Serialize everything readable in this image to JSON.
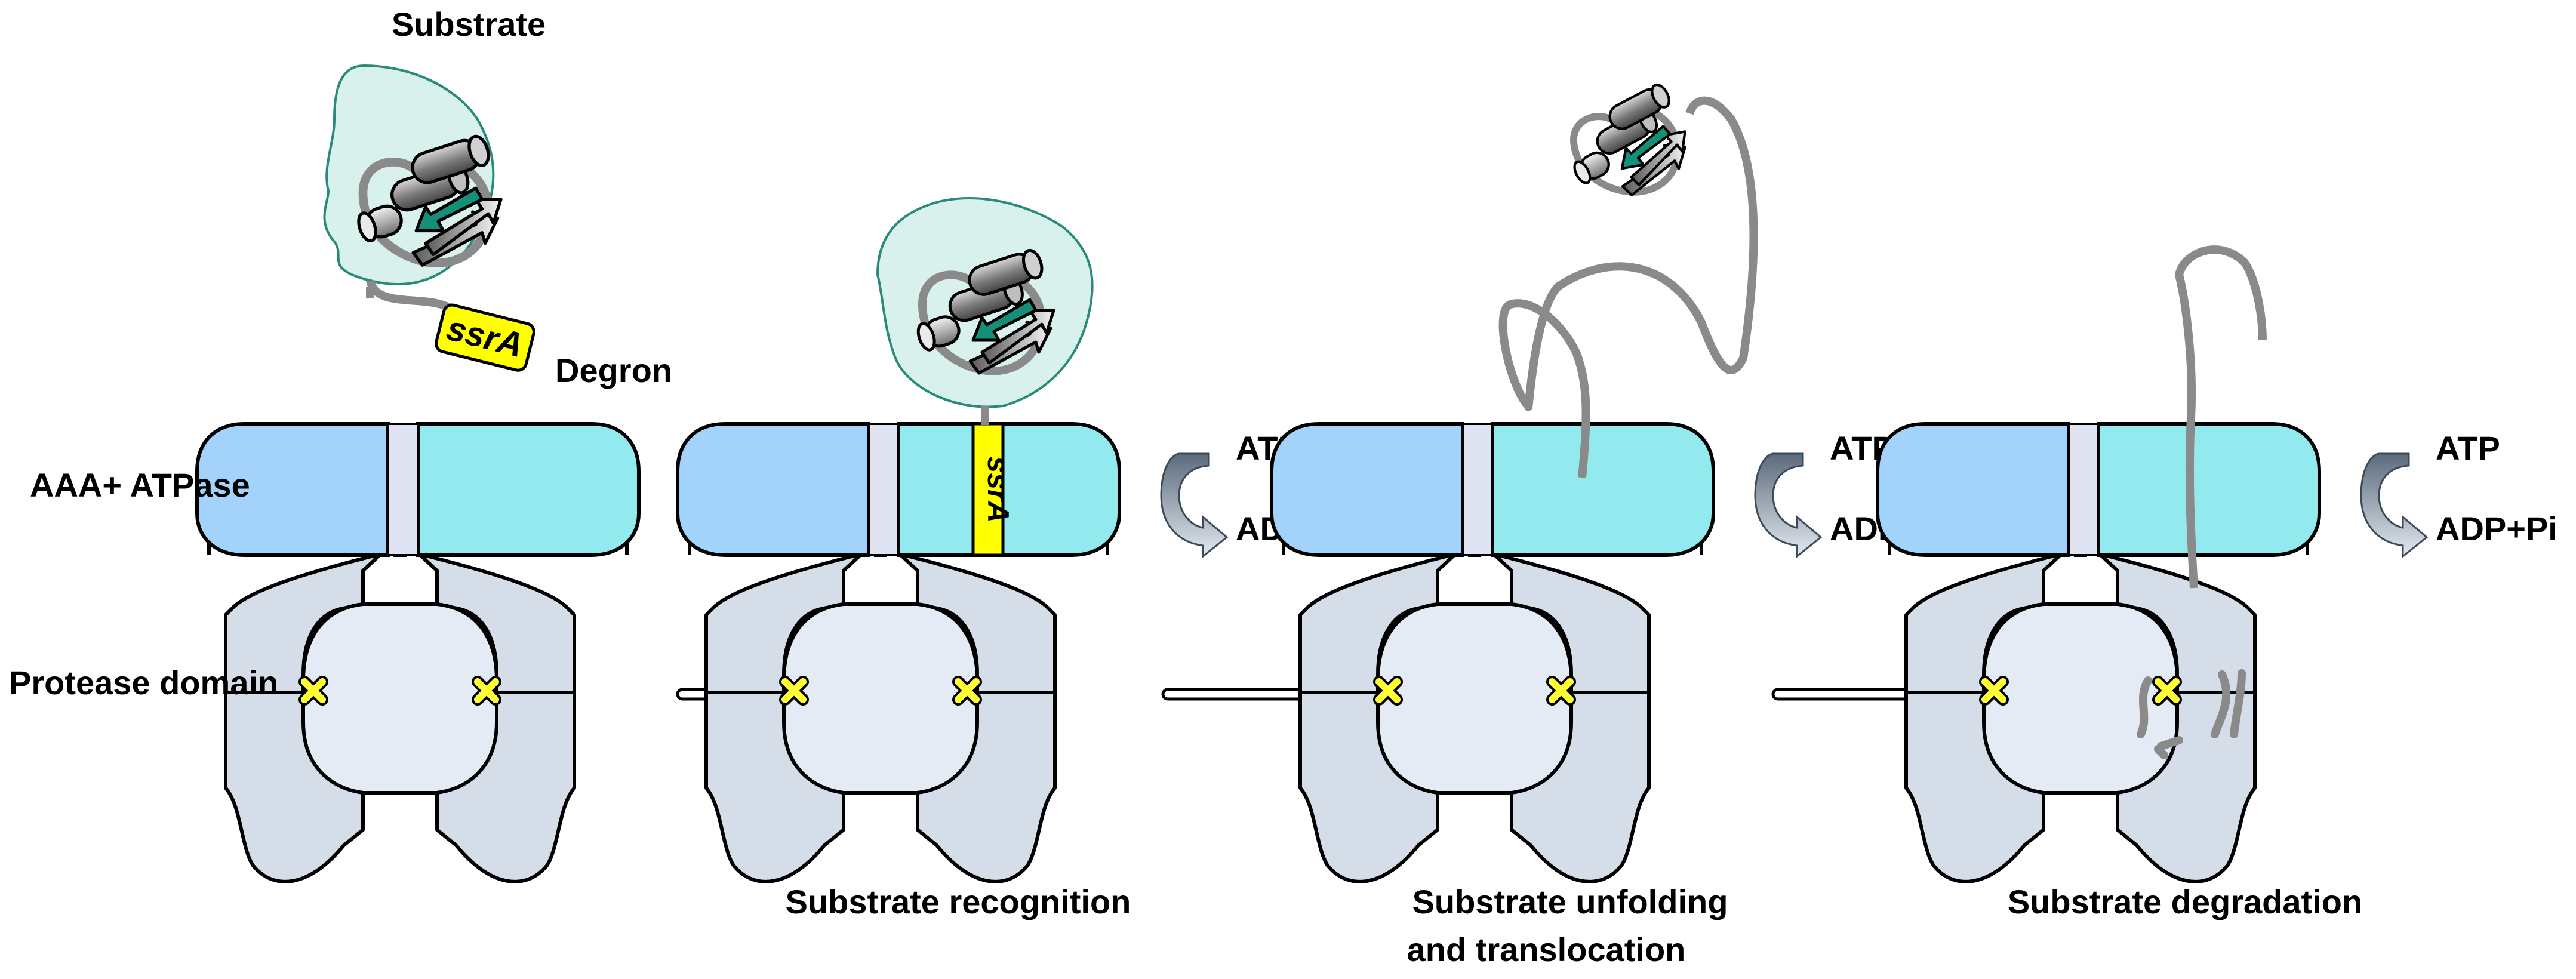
{
  "labels": {
    "substrate": "Substrate",
    "degron": "Degron",
    "aaa_atpase": "AAA+ ATPase",
    "protease_domain": "Protease domain",
    "ssra": "ssrA",
    "atp": "ATP",
    "adp_pi": "ADP+Pi"
  },
  "steps": [
    {
      "caption_line1": "Substrate recognition",
      "caption_line2": ""
    },
    {
      "caption_line1": "Substrate unfolding",
      "caption_line2": "and translocation"
    },
    {
      "caption_line1": "Substrate degradation",
      "caption_line2": ""
    }
  ],
  "colors": {
    "atpase_left": "#a3d2fa",
    "atpase_right": "#93eaee",
    "protease_fill": "#d5dde8",
    "protease_chamber": "#e5ebf5",
    "substrate_bubble": "#d8f1ec",
    "bubble_stroke": "#2a8a7a",
    "ssra_tag": "#ffff00",
    "active_site": "#ffff33",
    "teal_strand": "#168f78",
    "substrate_chain": "#8a8a8a"
  }
}
